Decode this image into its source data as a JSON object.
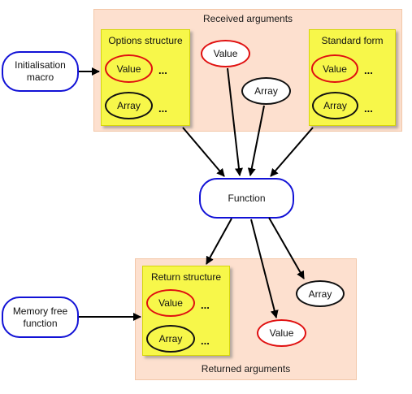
{
  "regions": {
    "received": "Received arguments",
    "returned": "Returned arguments"
  },
  "structures": {
    "options": "Options structure",
    "standard": "Standard form",
    "return": "Return structure"
  },
  "labels": {
    "value": "Value",
    "array": "Array",
    "ellipsis": "..."
  },
  "nodes": {
    "init_macro": "Initialisation macro",
    "function": "Function",
    "memory_free": "Memory free function"
  },
  "colors": {
    "region_fill": "#fde0cf",
    "structure_fill": "#f7f74a",
    "value_border": "#e01010",
    "array_border": "#111111",
    "node_border": "#1212d6"
  }
}
